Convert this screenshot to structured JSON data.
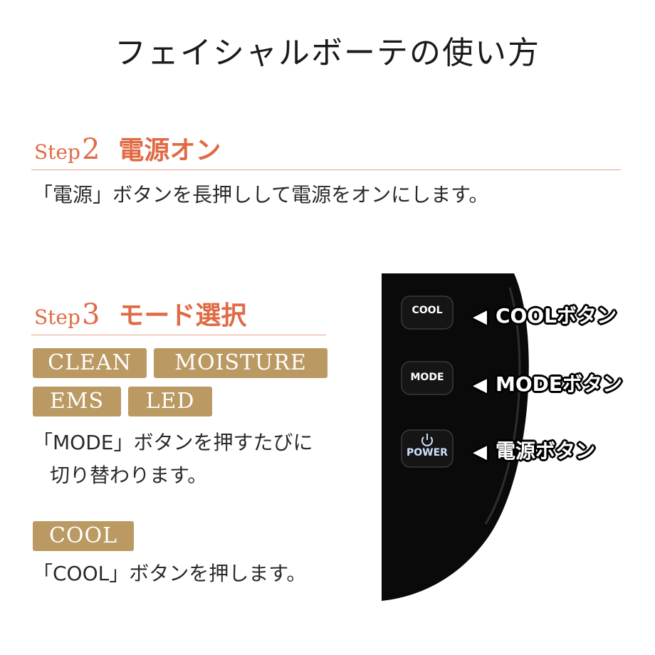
{
  "title": "フェイシャルボーテの使い方",
  "step2": {
    "word": "Step",
    "number": "2",
    "label": "電源オン",
    "description": "「電源」ボタンを長押しして電源をオンにします。"
  },
  "step3": {
    "word": "Step",
    "number": "3",
    "label": "モード選択",
    "modes": [
      "CLEAN",
      "MOISTURE",
      "EMS",
      "LED"
    ],
    "description_line1": "「MODE」ボタンを押すたびに",
    "description_line2": "切り替わります。",
    "cool_tag": "COOL",
    "cool_description": "「COOL」ボタンを押します。"
  },
  "device": {
    "buttons": [
      {
        "label": "COOL",
        "pointer": "COOLボタン"
      },
      {
        "label": "MODE",
        "pointer": "MODEボタン"
      },
      {
        "label": "POWER",
        "pointer": "電源ボタン"
      }
    ]
  },
  "colors": {
    "accent": "#e06a44",
    "tag": "#ba9962",
    "device": "#0a0a0a"
  }
}
